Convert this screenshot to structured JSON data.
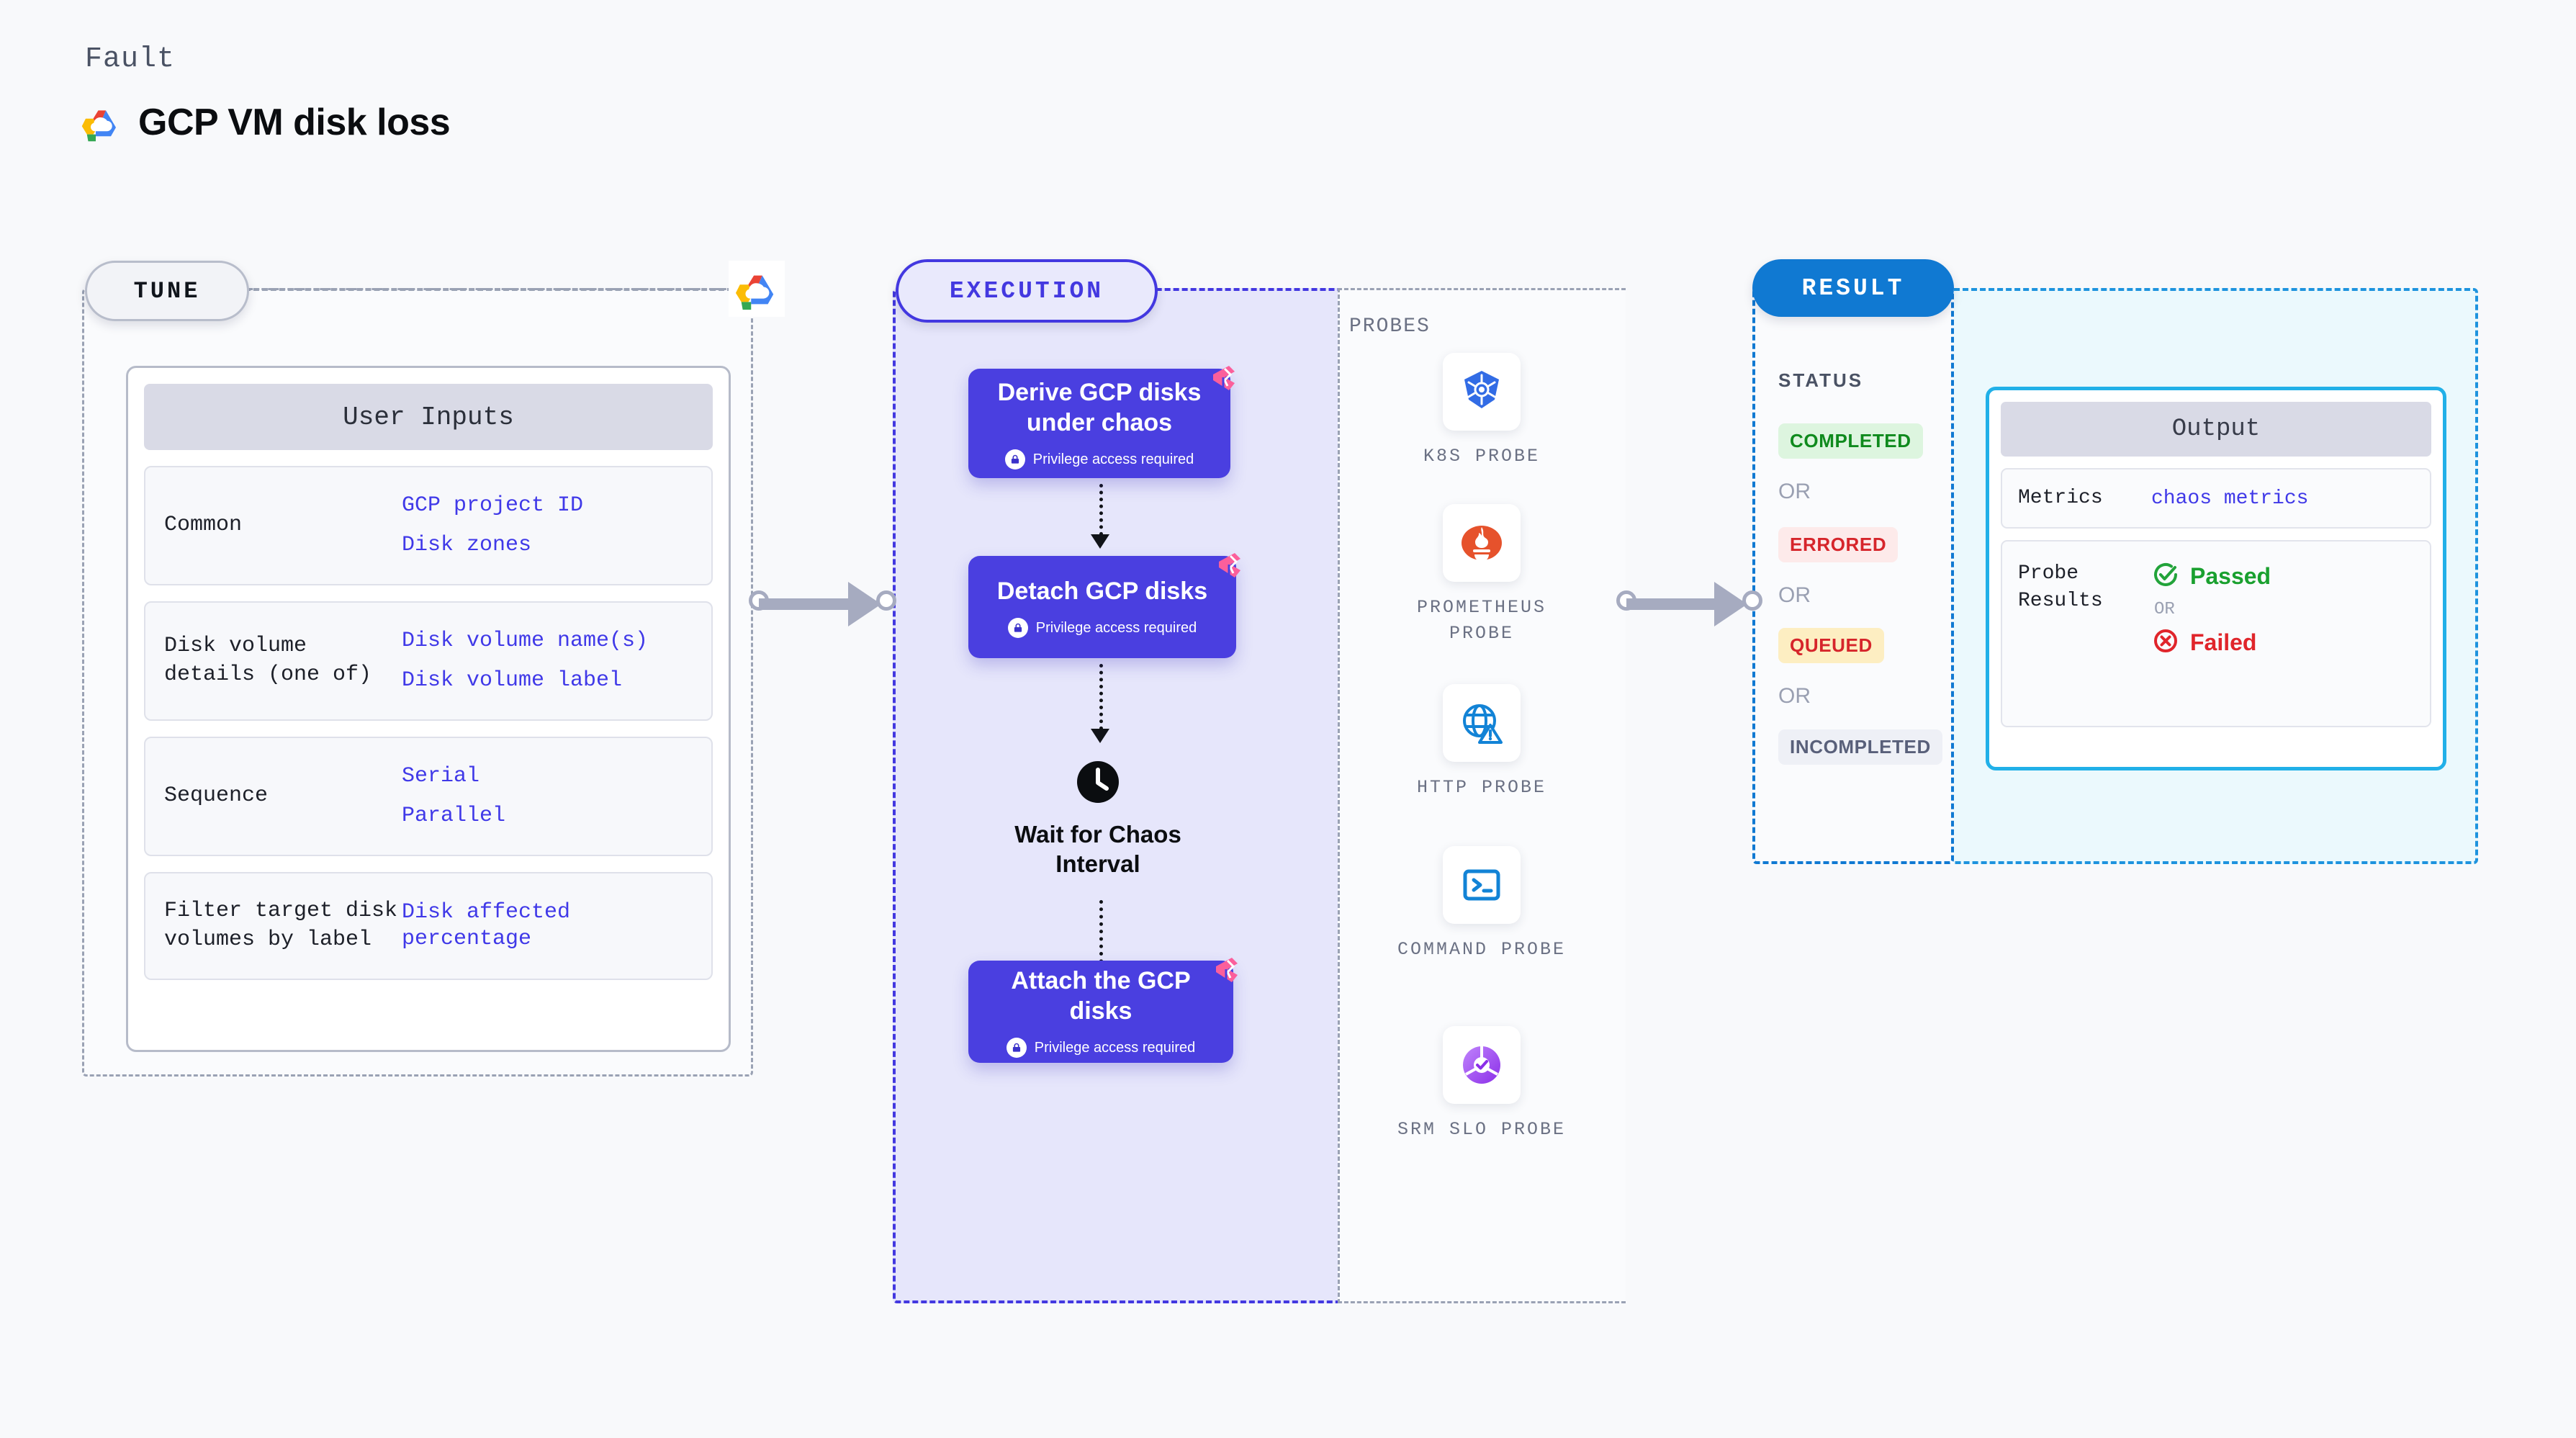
{
  "header": {
    "eyebrow": "Fault",
    "title": "GCP VM disk loss",
    "logo_icon": "google-cloud-icon"
  },
  "tune": {
    "badge": "TUNE",
    "logo_icon": "google-cloud-icon",
    "user_inputs": {
      "header": "User Inputs",
      "rows": [
        {
          "key": "Common",
          "values": [
            "GCP project ID",
            "Disk zones"
          ]
        },
        {
          "key": "Disk volume details (one of)",
          "values": [
            "Disk volume name(s)",
            "Disk volume label"
          ]
        },
        {
          "key": "Sequence",
          "values": [
            "Serial",
            "Parallel"
          ]
        },
        {
          "key": "Filter target disk volumes by label",
          "values": [
            "Disk affected percentage"
          ]
        }
      ]
    }
  },
  "execution": {
    "badge": "EXECUTION",
    "privilege_text": "Privilege access required",
    "steps": [
      {
        "title": "Derive GCP disks under chaos",
        "privilege": true,
        "icon": "lock-icon",
        "ribbon": "fault-ribbon-icon"
      },
      {
        "title": "Detach GCP disks",
        "privilege": true,
        "icon": "lock-icon",
        "ribbon": "fault-ribbon-icon"
      },
      {
        "title": "Attach the GCP disks",
        "privilege": true,
        "icon": "lock-icon",
        "ribbon": "fault-ribbon-icon"
      }
    ],
    "wait": {
      "label": "Wait for Chaos Interval",
      "icon": "clock-icon"
    }
  },
  "probes": {
    "label": "PROBES",
    "items": [
      {
        "name": "K8S PROBE",
        "icon": "kubernetes-icon"
      },
      {
        "name": "PROMETHEUS PROBE",
        "icon": "prometheus-icon"
      },
      {
        "name": "HTTP PROBE",
        "icon": "http-globe-icon"
      },
      {
        "name": "COMMAND PROBE",
        "icon": "terminal-icon"
      },
      {
        "name": "SRM SLO PROBE",
        "icon": "srm-slo-icon"
      }
    ]
  },
  "result": {
    "badge": "RESULT",
    "status_label": "STATUS",
    "or_label": "OR",
    "statuses": [
      {
        "label": "COMPLETED",
        "bg": "#ddf5df",
        "fg": "#0f8a1d"
      },
      {
        "label": "ERRORED",
        "bg": "#fdeaea",
        "fg": "#d6252b"
      },
      {
        "label": "QUEUED",
        "bg": "#fdeec2",
        "fg": "#d6252b"
      },
      {
        "label": "INCOMPLETED",
        "bg": "#eef0f6",
        "fg": "#59607a"
      }
    ]
  },
  "output": {
    "header": "Output",
    "metrics_key": "Metrics",
    "metrics_value": "chaos metrics",
    "probe_results_key": "Probe Results",
    "passed_label": "Passed",
    "failed_label": "Failed",
    "or_label": "OR",
    "passed_icon": "check-circle-icon",
    "failed_icon": "x-circle-icon"
  },
  "colors": {
    "accent_indigo": "#4338e0",
    "accent_blue": "#1079d2",
    "accent_cyan": "#21b0e8",
    "step_bg": "#4a3fe0",
    "ribbon_pink": "#fb5f9b",
    "panel_gray": "#9aa2b4",
    "connector_gray": "#a6abc0"
  }
}
